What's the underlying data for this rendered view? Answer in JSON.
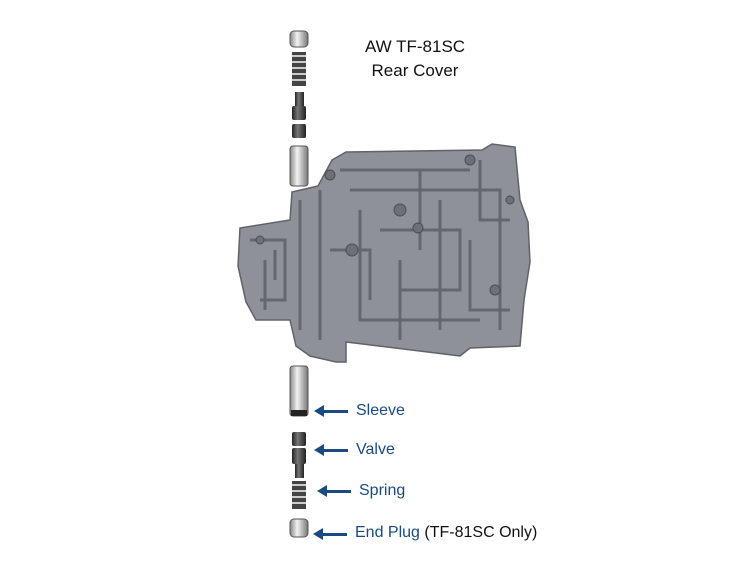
{
  "title": {
    "line1": "AW TF-81SC",
    "line2": "Rear Cover"
  },
  "labels": {
    "sleeve": "Sleeve",
    "valve": "Valve",
    "spring": "Spring",
    "end_plug": "End Plug",
    "end_plug_note": "(TF-81SC Only)"
  },
  "colors": {
    "label": "#1a4a80",
    "body": "#8e9298"
  }
}
